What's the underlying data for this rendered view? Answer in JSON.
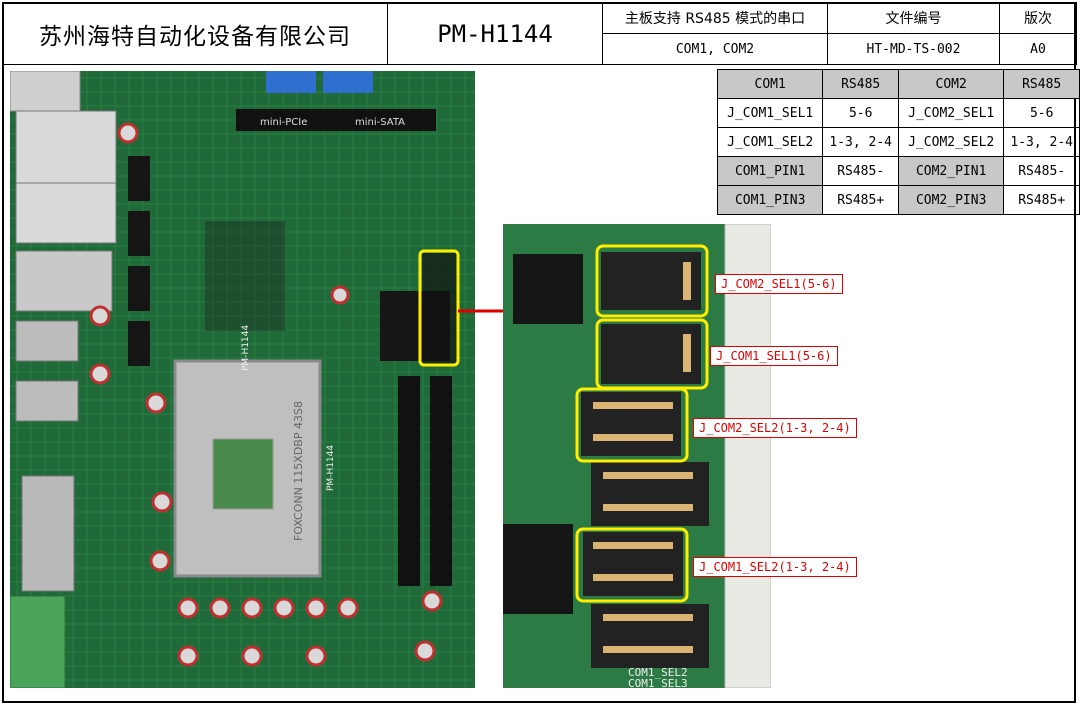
{
  "header": {
    "company": "苏州海特自动化设备有限公司",
    "model": "PM-H1144",
    "doc_desc": "主板支持 RS485 模式的串口",
    "doc_ports": "COM1, COM2",
    "doc_no_label": "文件编号",
    "doc_no": "HT-MD-TS-002",
    "version_label": "版次",
    "version": "A0"
  },
  "jumper_table": {
    "rows": [
      [
        "COM1",
        "RS485",
        "COM2",
        "RS485"
      ],
      [
        "J_COM1_SEL1",
        "5-6",
        "J_COM2_SEL1",
        "5-6"
      ],
      [
        "J_COM1_SEL2",
        "1-3, 2-4",
        "J_COM2_SEL2",
        "1-3, 2-4"
      ],
      [
        "COM1_PIN1",
        "RS485-",
        "COM2_PIN1",
        "RS485-"
      ],
      [
        "COM1_PIN3",
        "RS485+",
        "COM2_PIN3",
        "RS485+"
      ]
    ]
  },
  "board_photo": {
    "silk": [
      "mini-PCIe",
      "mini-SATA",
      "PM-H1144",
      "FOXCONN 115XDBP 43S8",
      "PM-H1144"
    ]
  },
  "zoom_labels": {
    "com2_sel1": "J_COM2_SEL1(5-6)",
    "com1_sel1": "J_COM1_SEL1(5-6)",
    "com2_sel2": "J_COM2_SEL2(1-3, 2-4)",
    "com1_sel2": "J_COM1_SEL2(1-3, 2-4)",
    "silk1": "COM1_SEL2",
    "silk2": "COM1_SEL3"
  },
  "colors": {
    "highlight": "#ffee00",
    "callout": "#e00000",
    "pcb": "#1f6a38"
  }
}
